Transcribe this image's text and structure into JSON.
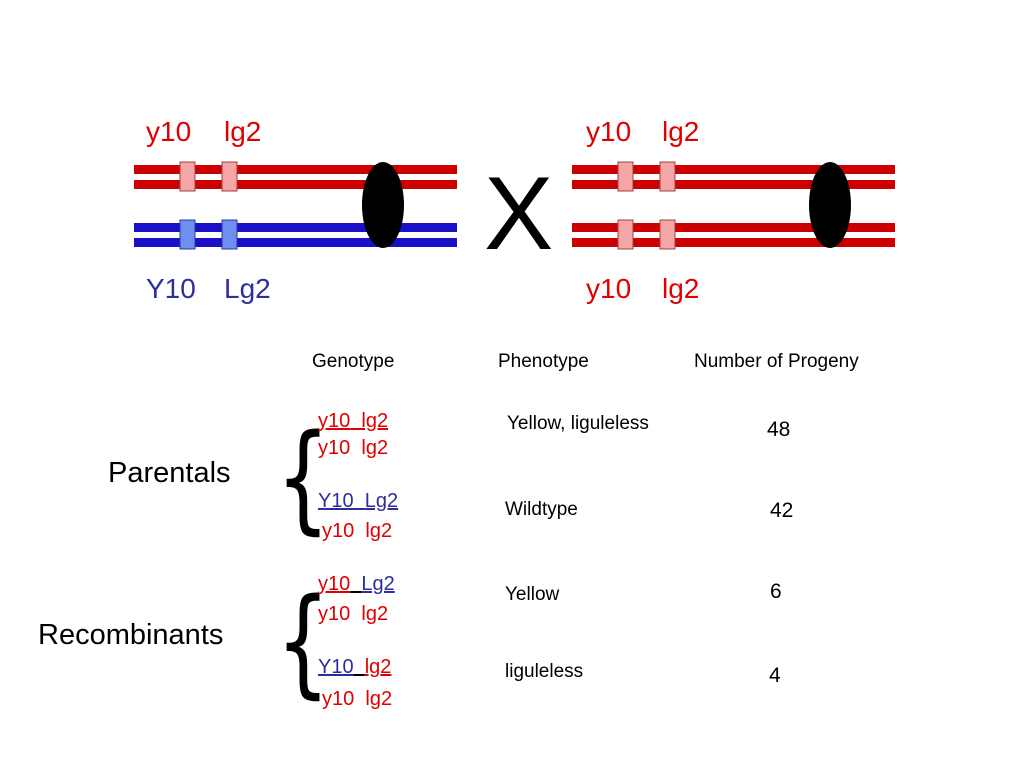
{
  "colors": {
    "red": "#cc0000",
    "blue": "#1a10c8",
    "marker_pink": "#f4a6a6",
    "marker_blue": "#6e8ef0",
    "centromere": "#000000"
  },
  "left_parent": {
    "top_label": [
      "y10",
      "lg2"
    ],
    "bottom_label": [
      "Y10",
      "Lg2"
    ]
  },
  "right_parent": {
    "top_label": [
      "y10",
      "lg2"
    ],
    "bottom_label": [
      "y10",
      "lg2"
    ]
  },
  "cross_symbol": "X",
  "table": {
    "headers": {
      "genotype": "Genotype",
      "phenotype": "Phenotype",
      "progeny": "Number of Progeny"
    },
    "groups": [
      {
        "name": "Parentals",
        "rows": [
          {
            "top": [
              "y10",
              "lg2"
            ],
            "bottom": [
              "y10",
              "lg2"
            ],
            "phenotype": "Yellow, liguleless",
            "count": "48"
          },
          {
            "top": [
              "Y10",
              "Lg2"
            ],
            "bottom": [
              "y10",
              "lg2"
            ],
            "phenotype": "Wildtype",
            "count": "42"
          }
        ]
      },
      {
        "name": "Recombinants",
        "rows": [
          {
            "top": [
              "y10",
              "Lg2"
            ],
            "bottom": [
              "y10",
              "lg2"
            ],
            "phenotype": "Yellow",
            "count": "6"
          },
          {
            "top": [
              "Y10",
              "lg2"
            ],
            "bottom": [
              "y10",
              "lg2"
            ],
            "phenotype": "liguleless",
            "count": "4"
          }
        ]
      }
    ]
  }
}
